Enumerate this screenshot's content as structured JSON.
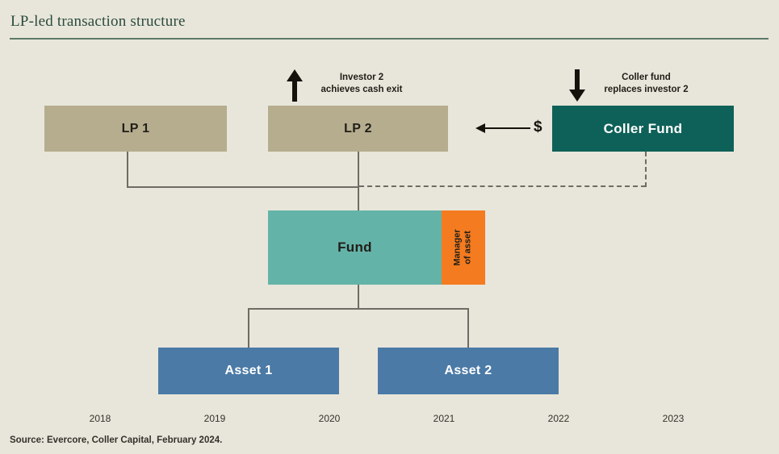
{
  "header": {
    "title": "LP-led transaction structure"
  },
  "annotations": [
    {
      "name": "investor-2-exit",
      "icon": "arrow-up-icon",
      "line1": "Investor 2",
      "line2": "achieves cash exit"
    },
    {
      "name": "coller-replaces",
      "icon": "arrow-down-icon",
      "line1": "Coller fund",
      "line2": "replaces investor 2"
    }
  ],
  "nodes": {
    "lp1": {
      "label": "LP 1",
      "color": "#b5ad8e"
    },
    "lp2": {
      "label": "LP 2",
      "color": "#b5ad8e"
    },
    "coller": {
      "label": "Coller Fund",
      "color": "#0e6158"
    },
    "fund": {
      "label": "Fund",
      "color": "#64b3a8"
    },
    "manager": {
      "line1": "Manager",
      "line2": "of asset",
      "color": "#f47b20"
    },
    "asset1": {
      "label": "Asset 1",
      "color": "#4b7aa6"
    },
    "asset2": {
      "label": "Asset 2",
      "color": "#4b7aa6"
    }
  },
  "money_flow": {
    "symbol": "$",
    "icon": "arrow-left-icon"
  },
  "timeline": {
    "years": [
      "2018",
      "2019",
      "2020",
      "2021",
      "2022",
      "2023"
    ]
  },
  "source": {
    "text": "Source: Evercore, Coller Capital, February 2024."
  },
  "colors": {
    "background": "#e8e6da",
    "title": "#2c4a3e",
    "rule": "#5d7a68",
    "connector": "#6e6c64"
  }
}
